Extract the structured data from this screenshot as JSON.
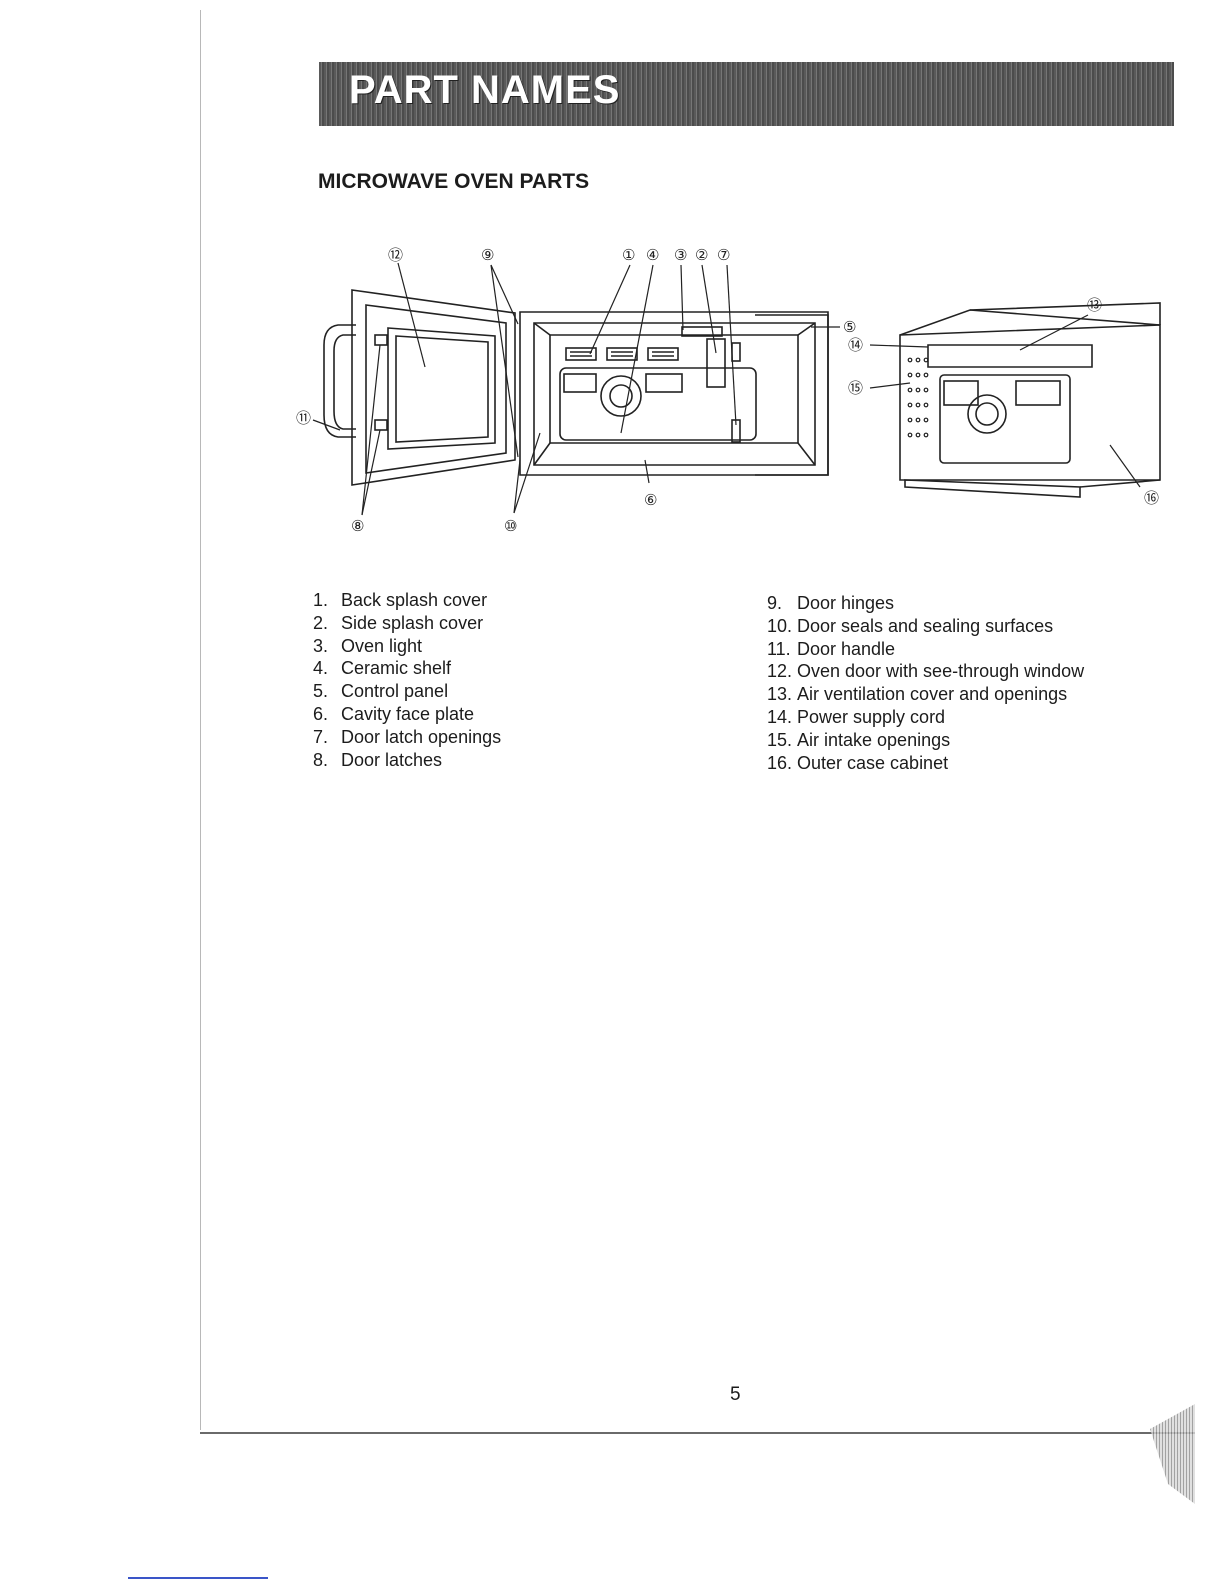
{
  "header": {
    "title": "PART NAMES"
  },
  "section": {
    "heading": "MICROWAVE OVEN PARTS"
  },
  "diagram": {
    "callouts": [
      "⑫",
      "⑨",
      "①",
      "④",
      "③",
      "②",
      "⑦",
      "⑤",
      "⑪",
      "⑥",
      "⑧",
      "⑩",
      "⑬",
      "⑭",
      "⑮",
      "⑯"
    ]
  },
  "parts_left": [
    {
      "num": "1.",
      "label": "Back splash cover"
    },
    {
      "num": "2.",
      "label": "Side splash cover"
    },
    {
      "num": "3.",
      "label": "Oven light"
    },
    {
      "num": "4.",
      "label": "Ceramic shelf"
    },
    {
      "num": "5.",
      "label": "Control panel"
    },
    {
      "num": "6.",
      "label": "Cavity face plate"
    },
    {
      "num": "7.",
      "label": "Door latch openings"
    },
    {
      "num": "8.",
      "label": "Door latches"
    }
  ],
  "parts_right": [
    {
      "num": "9.",
      "label": "Door hinges"
    },
    {
      "num": "10.",
      "label": "Door seals and sealing surfaces"
    },
    {
      "num": "11.",
      "label": "Door handle"
    },
    {
      "num": "12.",
      "label": "Oven door with see-through window"
    },
    {
      "num": "13.",
      "label": "Air ventilation cover and openings"
    },
    {
      "num": "14.",
      "label": "Power supply cord"
    },
    {
      "num": "15.",
      "label": "Air intake openings"
    },
    {
      "num": "16.",
      "label": "Outer case cabinet"
    }
  ],
  "footer": {
    "page_number": "5"
  }
}
